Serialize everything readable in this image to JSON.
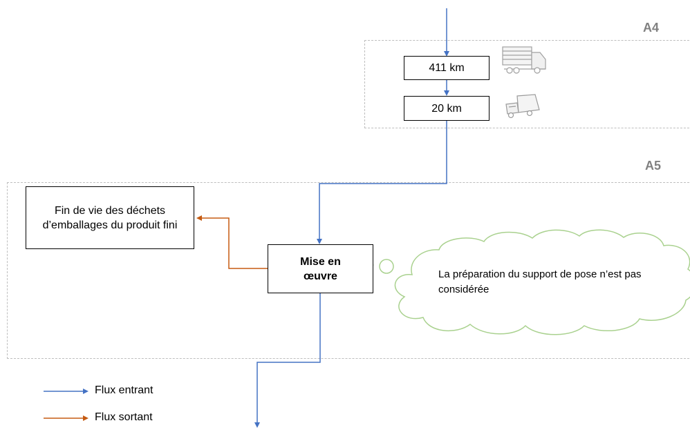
{
  "zones": {
    "a4_label": "A4",
    "a5_label": "A5"
  },
  "transport": {
    "truck_distance": "411 km",
    "van_distance": "20 km",
    "truck_icon": "truck-icon",
    "van_icon": "van-icon"
  },
  "process": {
    "main_label": "Mise en œuvre",
    "waste_label": "Fin de vie des déchets d’emballages du produit fini"
  },
  "note": {
    "text": "La préparation du support de pose n’est pas considérée"
  },
  "legend": {
    "incoming_label": "Flux entrant",
    "outgoing_label": "Flux sortant"
  },
  "colors": {
    "incoming": "#4472c4",
    "outgoing": "#c55a11",
    "cloud_border": "#a9d18e",
    "zone_border": "#bdbdbd"
  }
}
